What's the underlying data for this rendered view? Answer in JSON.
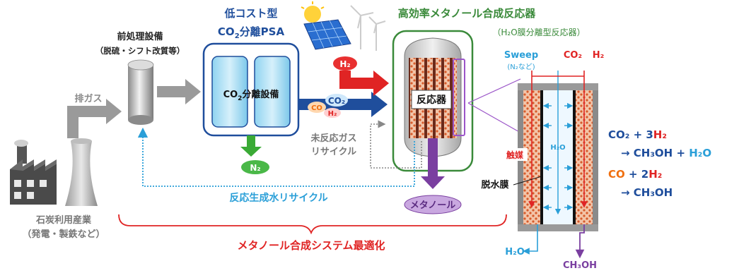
{
  "labels": {
    "pretreat_title": "前処理設備",
    "pretreat_sub": "（脱硫・シフト改質等）",
    "psa_title1": "低コスト型",
    "psa_title2_co": "CO",
    "psa_title2_sub": "2",
    "psa_title2_rest": "分離PSA",
    "reactor_title": "高効率メタノール合成反応器",
    "reactor_sub": "（H₂O膜分離型反応器）",
    "exhaust_gas": "排ガス",
    "co2_sep_co": "CO",
    "co2_sep_sub": "2",
    "co2_sep_rest": "分離設備",
    "reactor_box": "反応器",
    "n2": "N₂",
    "h2": "H₂",
    "co2": "CO₂",
    "co": "CO",
    "unreacted_1": "未反応ガス",
    "unreacted_2": "リサイクル",
    "water_recycle": "反応生成水リサイクル",
    "methanol": "メタノール",
    "industry_1": "石炭利用産業",
    "industry_2": "（発電・製鉄など）",
    "optimization": "メタノール合成システム最適化",
    "sweep": "Sweep",
    "sweep_sub": "(N₂など)",
    "sweep_co2": "CO₂",
    "sweep_h2": "H₂",
    "catalyst": "触媒",
    "membrane_h2o": "H₂O",
    "dehydration_membrane": "脱水膜",
    "out_h2o": "H₂O",
    "out_ch3oh": "CH₃OH"
  },
  "equations": {
    "eq1_left_a": "CO₂",
    "eq1_left_b": " + 3",
    "eq1_left_c": "H₂",
    "eq1_right_a": "→ CH₃OH + ",
    "eq1_right_b": "H₂O",
    "eq2_left_a": "CO",
    "eq2_left_b": " + 2",
    "eq2_left_c": "H₂",
    "eq2_right": "→ CH₃OH"
  },
  "colors": {
    "psa_blue": "#1f4e9c",
    "reactor_green": "#3a8a3a",
    "red": "#e02424",
    "cyan": "#2a9fd8",
    "purple": "#7a3fa0",
    "orange": "#f07010",
    "gray_arrow": "#9a9a9a"
  }
}
